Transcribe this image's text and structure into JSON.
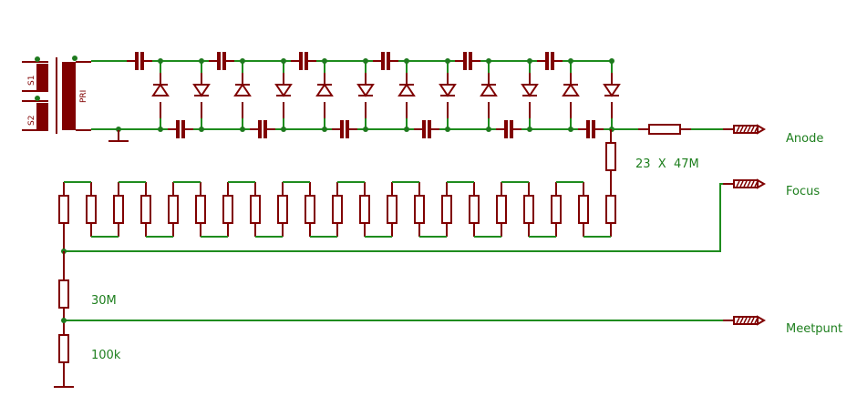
{
  "labels": {
    "anode": "Anode",
    "focus": "Focus",
    "meetpunt": "Meetpunt",
    "chain": "23  X  47M",
    "r_30m": "30M",
    "r_100k": "100k",
    "s1": "S1",
    "s2": "S2",
    "pri": "PRI"
  },
  "colors": {
    "wire": "#1e8c1e",
    "part": "#800000",
    "junction": "#1e7a1e"
  },
  "multiplier": {
    "stages": 12,
    "top_caps": 6,
    "bottom_caps": 6
  },
  "divider": {
    "chain_resistors": 22
  }
}
